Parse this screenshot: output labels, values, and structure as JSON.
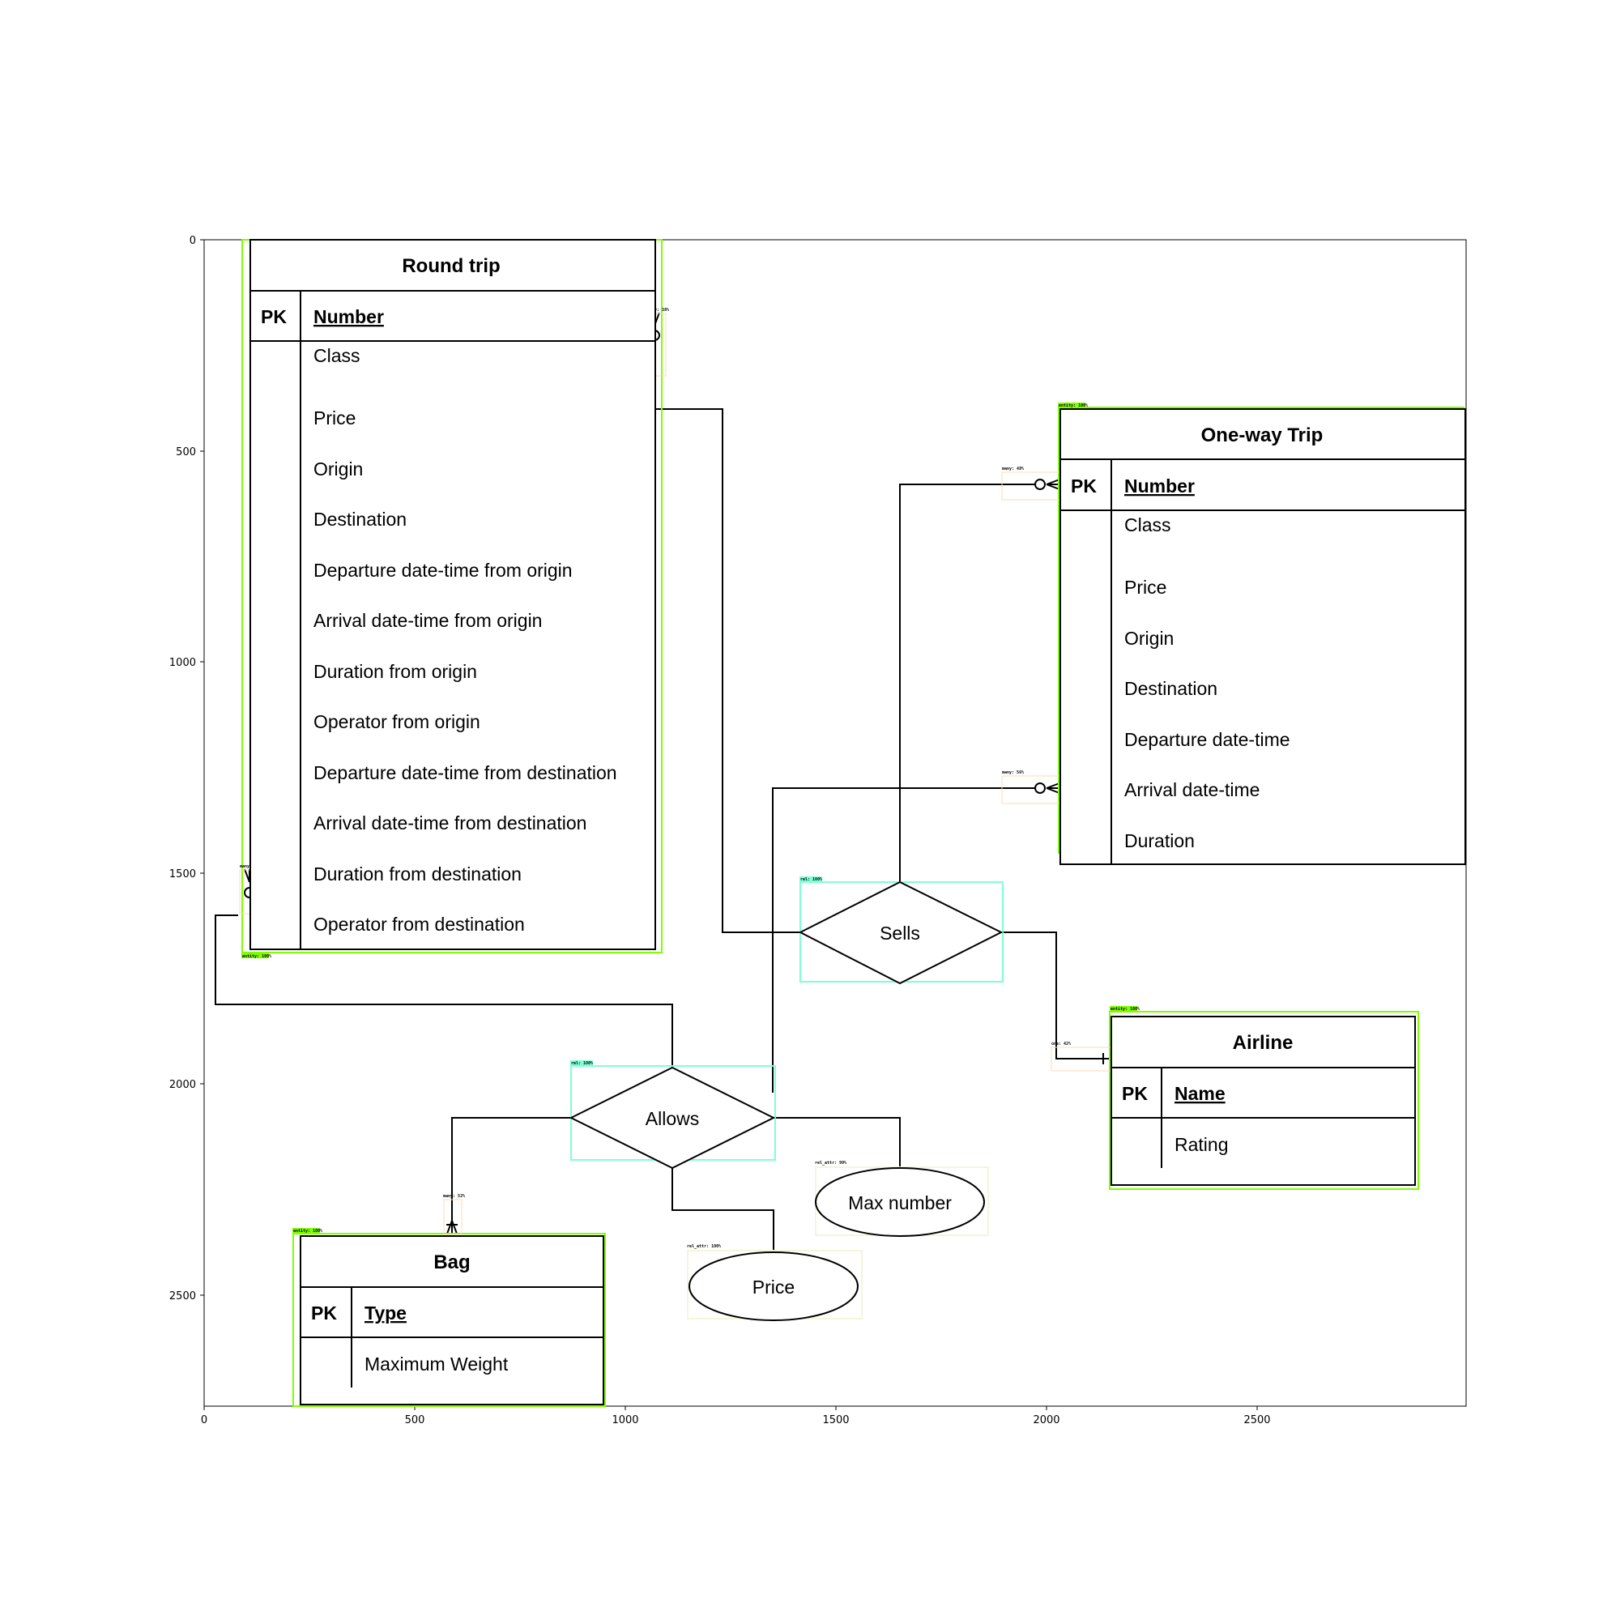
{
  "axes": {
    "x_ticks": [
      "0",
      "500",
      "1000",
      "1500",
      "2000",
      "2500"
    ],
    "y_ticks": [
      "0",
      "500",
      "1000",
      "1500",
      "2000",
      "2500"
    ]
  },
  "colors": {
    "entity_box": "#7fff00",
    "relationship_box": "#7fffd4",
    "cardinality_box": "#ffdab9",
    "attribute_box": "#f5f5dc",
    "line": "#000000"
  },
  "entities": {
    "round_trip": {
      "title": "Round trip",
      "pk_label": "PK",
      "pk": "Number",
      "attributes": [
        "Class",
        "Price",
        "Origin",
        "Destination",
        "Departure date-time from origin",
        "Arrival date-time from origin",
        "Duration from origin",
        "Operator from origin",
        "Departure date-time from destination",
        "Arrival date-time from destination",
        "Duration from destination",
        "Operator from destination"
      ],
      "tag": "entity: 100%"
    },
    "one_way_trip": {
      "title": "One-way Trip",
      "pk_label": "PK",
      "pk": "Number",
      "attributes": [
        "Class",
        "Price",
        "Origin",
        "Destination",
        "Departure date-time",
        "Arrival date-time",
        "Duration"
      ],
      "tag": "entity: 100%"
    },
    "airline": {
      "title": "Airline",
      "pk_label": "PK",
      "pk": "Name",
      "attributes": [
        "Rating"
      ],
      "tag": "entity: 100%"
    },
    "bag": {
      "title": "Bag",
      "pk_label": "PK",
      "pk": "Type",
      "attributes": [
        "Maximum Weight"
      ],
      "tag": "entity: 100%"
    }
  },
  "relationships": {
    "sells": {
      "label": "Sells",
      "tag": "rel: 100%"
    },
    "allows": {
      "label": "Allows",
      "tag": "rel: 100%"
    }
  },
  "rel_attributes": {
    "max_number": {
      "label": "Max number",
      "tag": "rel_attr: 99%"
    },
    "price": {
      "label": "Price",
      "tag": "rel_attr: 100%"
    }
  },
  "cardinality_tags": {
    "round_trip_top": "many: 38%",
    "round_trip_left": "many: 37%",
    "one_way_pk": "many: 48%",
    "one_way_arrival": "many: 56%",
    "airline": "one: 42%",
    "bag": "many: 52%"
  }
}
